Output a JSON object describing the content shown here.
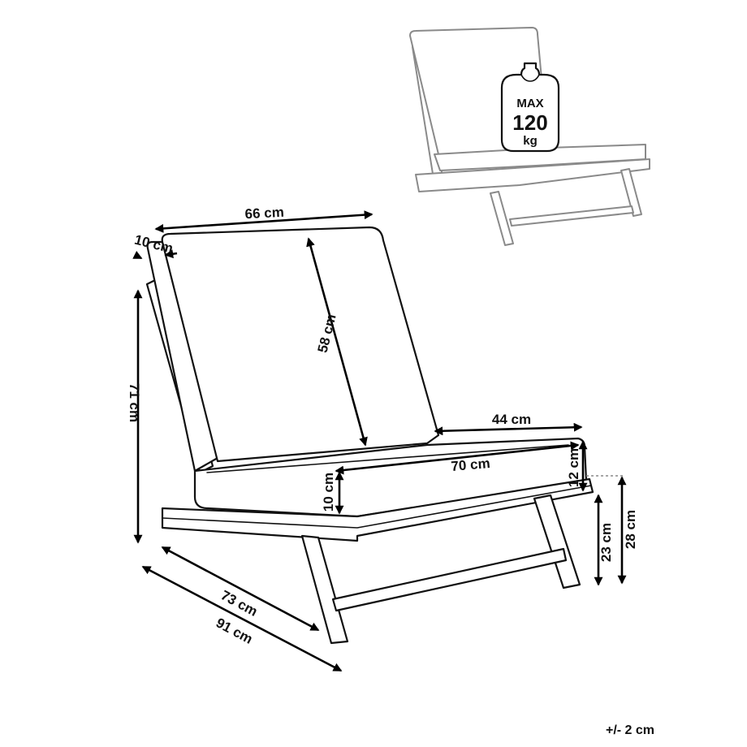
{
  "dimensions": {
    "backrest_width": "66 cm",
    "backrest_thickness": "10 cm",
    "backrest_height": "58 cm",
    "total_height": "71 cm",
    "seat_depth": "44 cm",
    "seat_width": "70 cm",
    "seat_cushion_thickness": "10 cm",
    "seat_frame_thickness": "12 cm",
    "leg_height": "23 cm",
    "seat_height": "28 cm",
    "frame_depth": "73 cm",
    "total_depth": "91 cm"
  },
  "max_load": {
    "top": "MAX",
    "value": "120",
    "unit": "kg"
  },
  "tolerance": "+/- 2 cm",
  "colors": {
    "line": "#111111",
    "thumbnail_line": "#8a8a8a"
  },
  "icons": {
    "max_load": "weight-icon",
    "dimension_arrow": "arrow-icon"
  }
}
